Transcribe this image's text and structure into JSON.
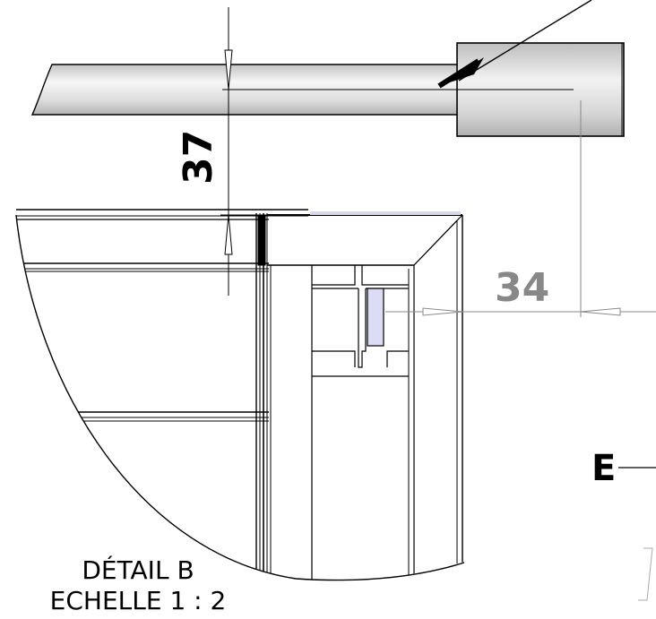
{
  "drawing": {
    "dimensions": {
      "vertical_value": "37",
      "horizontal_value": "34"
    },
    "section_label": "E",
    "detail": {
      "title": "DÉTAIL B",
      "scale": "ECHELLE 1 : 2"
    },
    "colors": {
      "line": "#000000",
      "dimension_gray": "#888888",
      "part_fill": "#d8d8e8",
      "highlight_fill": "#dcdcf4"
    }
  }
}
